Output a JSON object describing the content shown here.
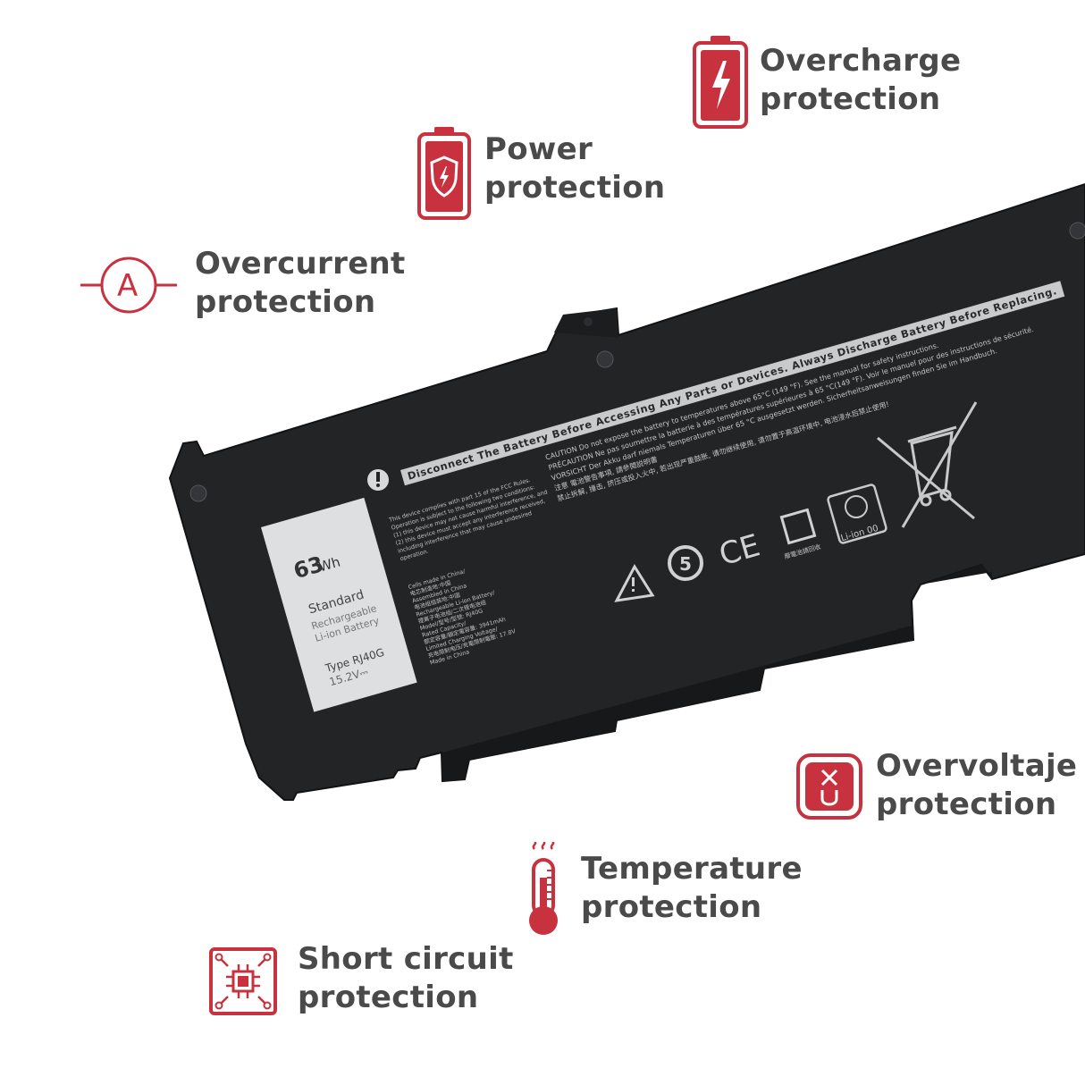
{
  "brand_color": "#c8323e",
  "text_color": "#4a4a4a",
  "features": [
    {
      "id": "overcharge",
      "icon": "battery-bolt-icon",
      "line1": "Overcharge",
      "line2": "protection"
    },
    {
      "id": "power",
      "icon": "battery-shield-icon",
      "line1": "Power",
      "line2": "protection"
    },
    {
      "id": "overcurrent",
      "icon": "ammeter-icon",
      "line1": "Overcurrent",
      "line2": "protection"
    },
    {
      "id": "overvoltage",
      "icon": "voltage-icon",
      "line1": "Overvoltaje",
      "line2": "protection"
    },
    {
      "id": "temperature",
      "icon": "thermometer-icon",
      "line1": "Temperature",
      "line2": "protection"
    },
    {
      "id": "short_circuit",
      "icon": "chip-icon",
      "line1": "Short circuit",
      "line2": "protection"
    }
  ],
  "battery": {
    "banner": "Disconnect The Battery Before Accessing Any Parts or Devices. Always Discharge Battery Before Replacing.",
    "capacity": "63",
    "capacity_unit": "Wh",
    "grade": "Standard",
    "kind_line1": "Rechargeable",
    "kind_line2": "Li-ion Battery",
    "type": "Type RJ40G",
    "voltage": "15.2V⎓",
    "caution_en": "CAUTION  Do not expose the battery to temperatures above 65°C (149 °F). See the manual for safety instructions.",
    "caution_fr": "PRÉCAUTION  Ne pas soumettre la batterie à des températures supérieures à 65 °C(149 °F). Voir le manuel pour des instructions de sécurité.",
    "caution_de": "VORSICHT  Der Akku darf niemals Temperaturen über 65 °C ausgesetzt werden. Sicherheitsanweisungen finden Sie im Handbuch.",
    "caution_zh1": "注意  電池警告事項, 請參閱説明書",
    "caution_zh2": "禁止拆解, 撞击, 挤压或投入火中, 若出现严重鼓胀, 请勿继续使用, 请勿置于高温环境中, 电池浸水后禁止使用!",
    "fcc_lines": [
      "This device complies with part 15 of the FCC Rules.",
      "Operation is subject to the following two conditions:",
      "(1) this device may not cause harmful interference, and",
      "(2) this device must accept any interference received,",
      "including interference that may cause undesired",
      "operation."
    ],
    "spec_lines": [
      "Cells made in China/",
      "电芯制造地:中国",
      "Assembled in China",
      "电池组组装地:中国",
      "Rechargeable Li-ion Battery/",
      "锂离子电池组/二次锂电池组",
      "Model/型号/型號:  RJ40G",
      "Rated Capacity/",
      "额定容量/額定電容量:  3941mAh",
      "Limited Charging Voltage/",
      "充电限制电压/充電限制電壓:  17.8V",
      "Made in China"
    ],
    "cert_number": "5",
    "ce_mark": "CE",
    "recycle_cn": "廢電池請回收",
    "li_ion_mark": "Li-ion 00"
  }
}
